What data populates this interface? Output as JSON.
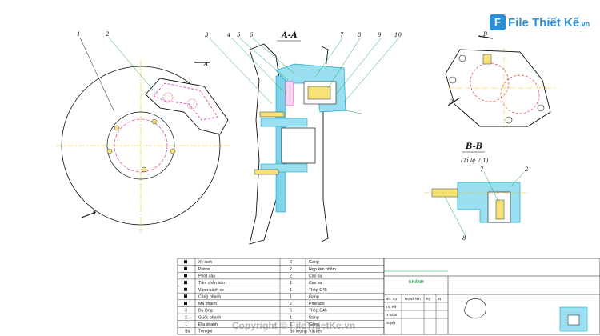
{
  "brand": {
    "logo_letter": "F",
    "logo_text": "File Thiết Kế",
    "logo_tld": ".vn"
  },
  "copyright": "Copyright © FileThietKe.vn",
  "views": {
    "section_aa": "A-A",
    "section_bb": "B-B",
    "scale_bb": "(Tỉ lệ 2:1)",
    "cut_a": "A",
    "cut_b": "B"
  },
  "callouts": [
    "1",
    "2",
    "3",
    "4",
    "5",
    "6",
    "7",
    "8",
    "9",
    "10"
  ],
  "parts_table": {
    "rows": [
      {
        "no": "",
        "name": "Xy lanh",
        "qty": "2",
        "material": "Gang"
      },
      {
        "no": "",
        "name": "Piston",
        "qty": "2",
        "material": "Hợp kim nhôm"
      },
      {
        "no": "",
        "name": "Phớt dầu",
        "qty": "2",
        "material": "Cao su"
      },
      {
        "no": "",
        "name": "Tấm chắn bùn",
        "qty": "1",
        "material": "Cao su"
      },
      {
        "no": "",
        "name": "Vành bánh xe",
        "qty": "1",
        "material": "Thép C45"
      },
      {
        "no": "",
        "name": "Càng phanh",
        "qty": "1",
        "material": "Gang"
      },
      {
        "no": "",
        "name": "Má phanh",
        "qty": "2",
        "material": "Pherado"
      },
      {
        "no": "3",
        "name": "Bu lông",
        "qty": "5",
        "material": "Thép C45"
      },
      {
        "no": "2",
        "name": "Guốc phanh",
        "qty": "1",
        "material": "Gang"
      },
      {
        "no": "1",
        "name": "Đĩa phanh",
        "qty": "1",
        "material": "Gang"
      }
    ],
    "footer": {
      "no": "Stt",
      "name": "Tên gọi",
      "qty": "Số lượng",
      "material": "Vật liệu"
    }
  },
  "title_block": {
    "headers": [
      "Nh. Vụ",
      "Họ và tên",
      "Ký",
      "N"
    ],
    "rows": [
      "Th. Kế",
      "H. Dẫn",
      "Duyệt"
    ],
    "title": "KHÁNH"
  },
  "colors": {
    "green": "#1fa34a",
    "cyan": "#1aa6c9",
    "magenta": "#d21fa6",
    "red": "#e43b3b",
    "yellow": "#e6c200"
  }
}
